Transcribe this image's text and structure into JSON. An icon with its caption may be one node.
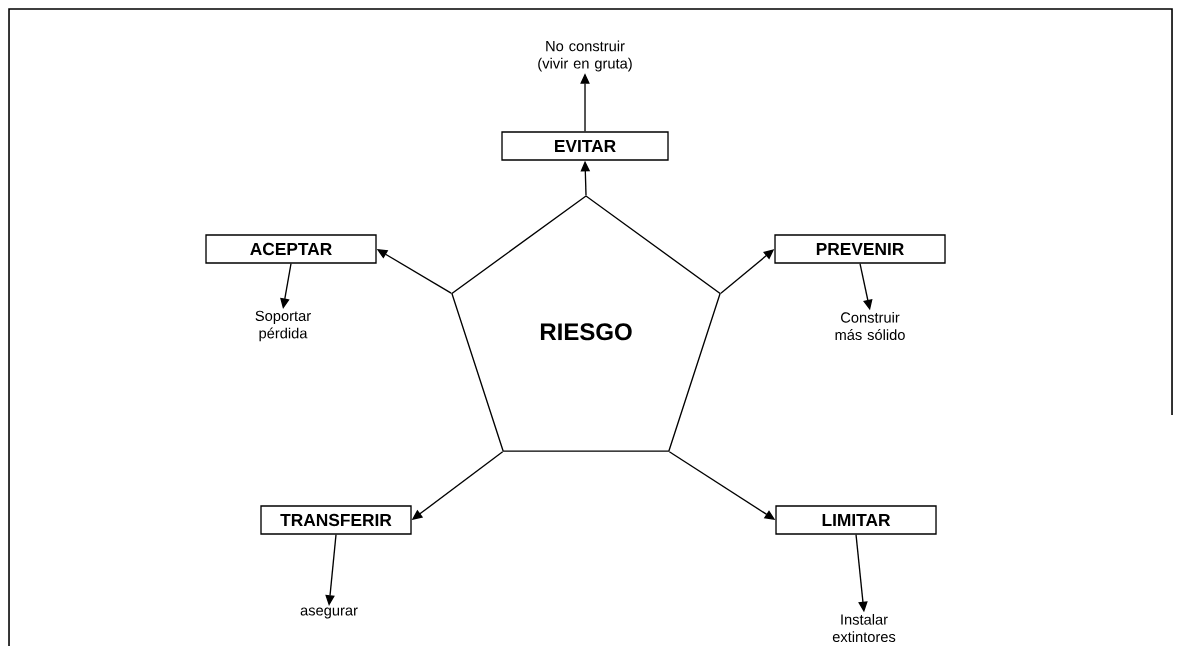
{
  "diagram": {
    "nodes": [
      {
        "text": [
          "RIESGO"
        ]
      },
      {
        "text": [
          "EVITAR"
        ]
      },
      {
        "text": [
          "No construir (vivir en gruta)"
        ]
      },
      {
        "text": [
          "ACEPTAR"
        ]
      },
      {
        "text": [
          "PREVENIR"
        ]
      },
      {
        "text": [
          "Soportar pérdida"
        ]
      },
      {
        "text": [
          "Construir más sólido"
        ]
      },
      {
        "text": [
          "TRANSFERIR"
        ]
      },
      {
        "text": [
          "LIMITAR"
        ]
      },
      {
        "text": [
          "asegurar"
        ]
      },
      {
        "text": [
          "Instalar extintores"
        ]
      }
    ],
    "edges": [
      {
        "from": 0,
        "to": 1,
        "arrow": "to"
      },
      {
        "from": 1,
        "to": 2,
        "arrow": "to"
      },
      {
        "from": 0,
        "to": 3,
        "arrow": "to"
      },
      {
        "from": 0,
        "to": 4,
        "arrow": "to"
      },
      {
        "from": 3,
        "to": 5,
        "arrow": "to"
      },
      {
        "from": 4,
        "to": 6,
        "arrow": "to"
      },
      {
        "from": 0,
        "to": 7,
        "arrow": "to"
      },
      {
        "from": 0,
        "to": 8,
        "arrow": "to"
      },
      {
        "from": 7,
        "to": 9,
        "arrow": "to"
      },
      {
        "from": 8,
        "to": 10,
        "arrow": "to"
      }
    ]
  }
}
